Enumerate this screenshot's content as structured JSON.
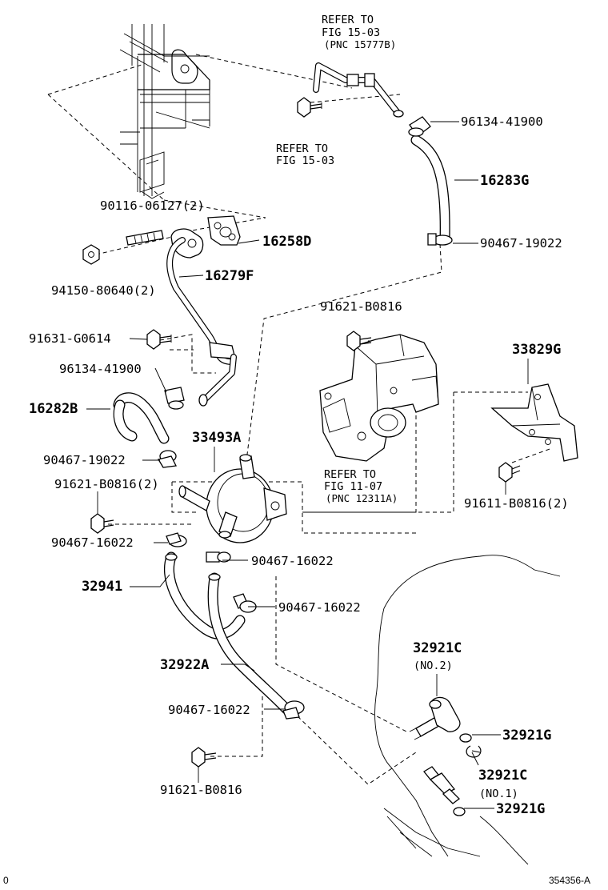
{
  "references": {
    "fig_15_03_a": [
      "REFER TO",
      "FIG 15-03",
      "(PNC 15777B)"
    ],
    "fig_15_03_b": [
      "REFER TO",
      "FIG 15-03"
    ],
    "fig_11_07": [
      "REFER TO",
      "FIG 11-07",
      "(PNC 12311A)"
    ]
  },
  "parts": {
    "p96134_top": "96134-41900",
    "p16283G": "16283G",
    "p90467_19022_top": "90467-19022",
    "p90116": "90116-06127(2)",
    "p16258D": "16258D",
    "p94150": "94150-80640(2)",
    "p16279F": "16279F",
    "p91621_b0816_mid": "91621-B0816",
    "p33829G": "33829G",
    "p91631": "91631-G0614",
    "p96134_mid": "96134-41900",
    "p16282B": "16282B",
    "p33493A": "33493A",
    "p90467_19022_mid": "90467-19022",
    "p91621_b0816_2": "91621-B0816(2)",
    "p91611": "91611-B0816(2)",
    "p90467_16022_a": "90467-16022",
    "p90467_16022_b": "90467-16022",
    "p32941": "32941",
    "p90467_16022_c": "90467-16022",
    "p32921C_no2": "32921C",
    "no2": "(NO.2)",
    "p32922A": "32922A",
    "p90467_16022_d": "90467-16022",
    "p32921G_a": "32921G",
    "p32921C_no1": "32921C",
    "no1": "(NO.1)",
    "p91621_b0816_bot": "91621-B0816",
    "p32921G_b": "32921G"
  },
  "footer": {
    "left": "0",
    "right": "354356-A"
  }
}
